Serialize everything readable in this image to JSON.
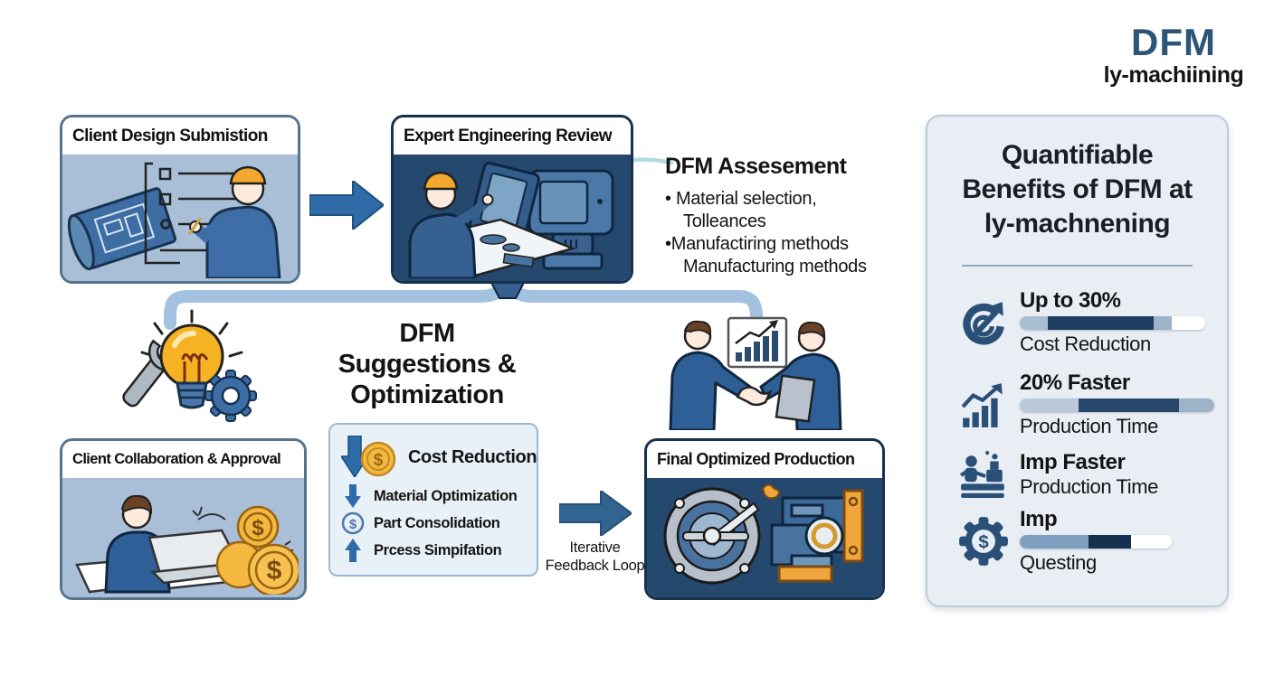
{
  "logo": {
    "title": "DFM",
    "subtitle": "ly-machiining"
  },
  "flow": {
    "box1_title": "Client Design Submistion",
    "box2_title": "Expert Engineering Review",
    "box3_title": "Client Collaboration & Approval",
    "box5_title": "Final Optimized Production"
  },
  "assessment": {
    "title": "DFM Assesement",
    "bullet": "•",
    "line1": "Material selection,",
    "line2": "Tolleances",
    "line3": "Manufactiring methods",
    "line4": "Manufacturing methods"
  },
  "center_label": {
    "line1": "DFM",
    "line2": "Suggestions &",
    "line3": "Optimization"
  },
  "suggestions": {
    "item1": "Cost Reduction",
    "item2": "Material Optimization",
    "item3": "Part Consolidation",
    "item4": "Prcess Simpifation"
  },
  "feedback": {
    "line1": "Iterative",
    "line2": "Feedback Loop"
  },
  "benefits": {
    "title_line1": "Quantifiable",
    "title_line2": "Benefits of DFM at",
    "title_line3": "ly-machnening",
    "items": [
      {
        "icon": "pie-chart-arrow-icon",
        "headline": "Up to 30%",
        "sub": "Cost Reduction",
        "bar": [
          {
            "color": "#a9bed2",
            "pct": 15
          },
          {
            "color": "#1f3d60",
            "pct": 57
          },
          {
            "color": "#9db3c8",
            "pct": 10
          },
          {
            "color": "#ffffff",
            "pct": 18
          }
        ]
      },
      {
        "icon": "bar-chart-trend-icon",
        "headline": "20% Faster",
        "sub": "Production Time",
        "bar": [
          {
            "color": "#b9c9d9",
            "pct": 30
          },
          {
            "color": "#27476b",
            "pct": 52
          },
          {
            "color": "#9db3c8",
            "pct": 18
          }
        ]
      },
      {
        "icon": "worker-machine-icon",
        "headline": "Imp Faster",
        "sub": "Production Time",
        "bar": null
      },
      {
        "icon": "gear-dollar-icon",
        "headline": "Imp",
        "sub": "Questing",
        "bar": [
          {
            "color": "#7e9fc0",
            "pct": 45
          },
          {
            "color": "#16314f",
            "pct": 28
          },
          {
            "color": "#ffffff",
            "pct": 27
          }
        ]
      }
    ]
  },
  "glyphs": {
    "dollar": "$"
  },
  "colors": {
    "accent_blue": "#2e6ba8",
    "navy_box": "#24486e",
    "light_box": "#a9bfd8",
    "panel_bg": "#e9eef5",
    "connector_blue": "#a4c2e0",
    "coin_gold": "#f3b83f",
    "bulb_yellow": "#f5b324",
    "logo_blue": "#2c5578",
    "icon_steel": "#2a5078"
  }
}
